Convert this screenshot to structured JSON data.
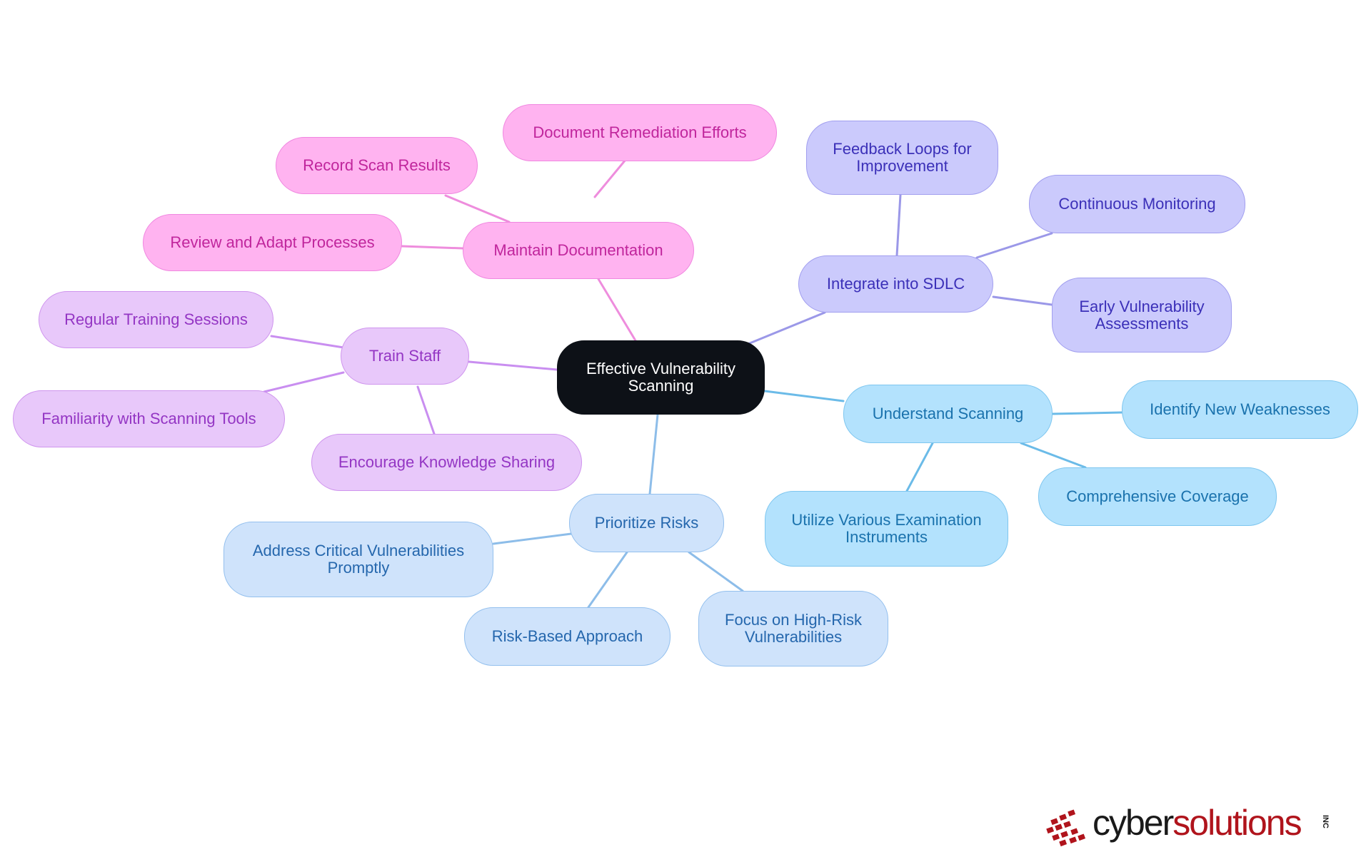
{
  "root": {
    "label": "Effective Vulnerability Scanning"
  },
  "branches": [
    {
      "label": "Maintain Documentation",
      "color": "#ee8ddd",
      "children": [
        "Document Remediation Efforts",
        "Record Scan Results",
        "Review and Adapt Processes"
      ]
    },
    {
      "label": "Train Staff",
      "color": "#c98ef0",
      "children": [
        "Regular Training Sessions",
        "Familiarity with Scanning Tools",
        "Encourage Knowledge Sharing"
      ]
    },
    {
      "label": "Integrate into SDLC",
      "color": "#9b98e8",
      "children": [
        "Feedback Loops for Improvement",
        "Continuous Monitoring",
        "Early Vulnerability Assessments"
      ]
    },
    {
      "label": "Understand Scanning",
      "color": "#6bbbe8",
      "children": [
        "Identify New Weaknesses",
        "Comprehensive Coverage",
        "Utilize Various Examination Instruments"
      ]
    },
    {
      "label": "Prioritize Risks",
      "color": "#8dbde9",
      "children": [
        "Address Critical Vulnerabilities Promptly",
        "Risk-Based Approach",
        "Focus on High-Risk Vulnerabilities"
      ]
    }
  ],
  "logo": {
    "part1": "cyber",
    "part2": "solutions",
    "suffix": "INC"
  }
}
